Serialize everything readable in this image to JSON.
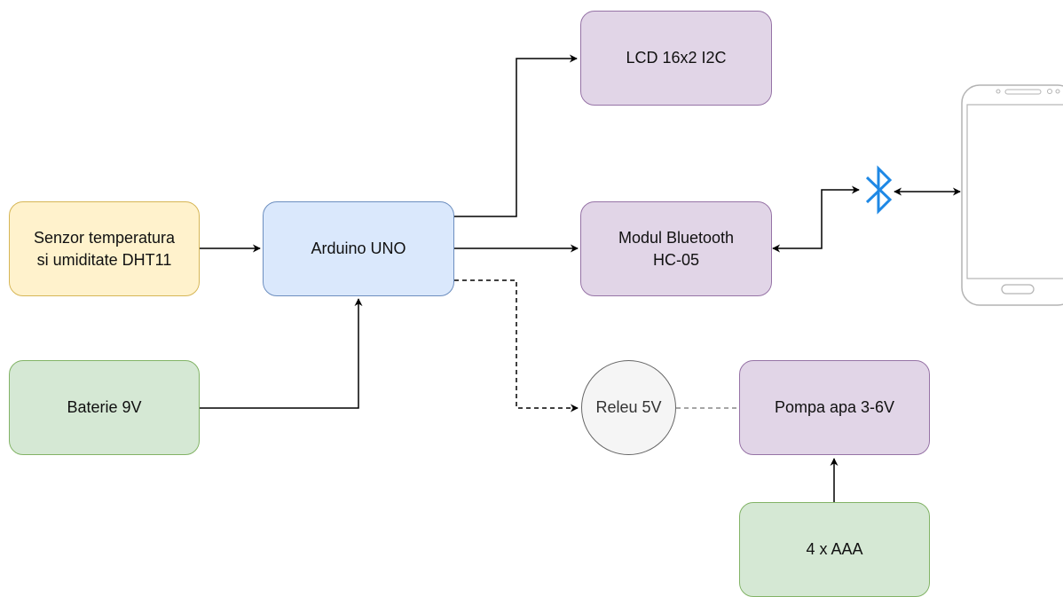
{
  "nodes": {
    "sensor": "Senzor temperatura\nsi umiditate DHT11",
    "arduino": "Arduino UNO",
    "lcd": "LCD 16x2 I2C",
    "bluetooth": "Modul Bluetooth\nHC-05",
    "battery": "Baterie 9V",
    "relay": "Releu 5V",
    "pump": "Pompa apa 3-6V",
    "aaa": "4 x AAA"
  },
  "icons": {
    "bluetooth": "bluetooth-icon",
    "phone": "smartphone-icon"
  },
  "colors": {
    "sensor_fill": "#fff2cc",
    "arduino_fill": "#dae8fc",
    "module_fill": "#e1d5e7",
    "power_fill": "#d5e8d4",
    "relay_fill": "#f5f5f5",
    "bluetooth_icon": "#1e88e5"
  }
}
